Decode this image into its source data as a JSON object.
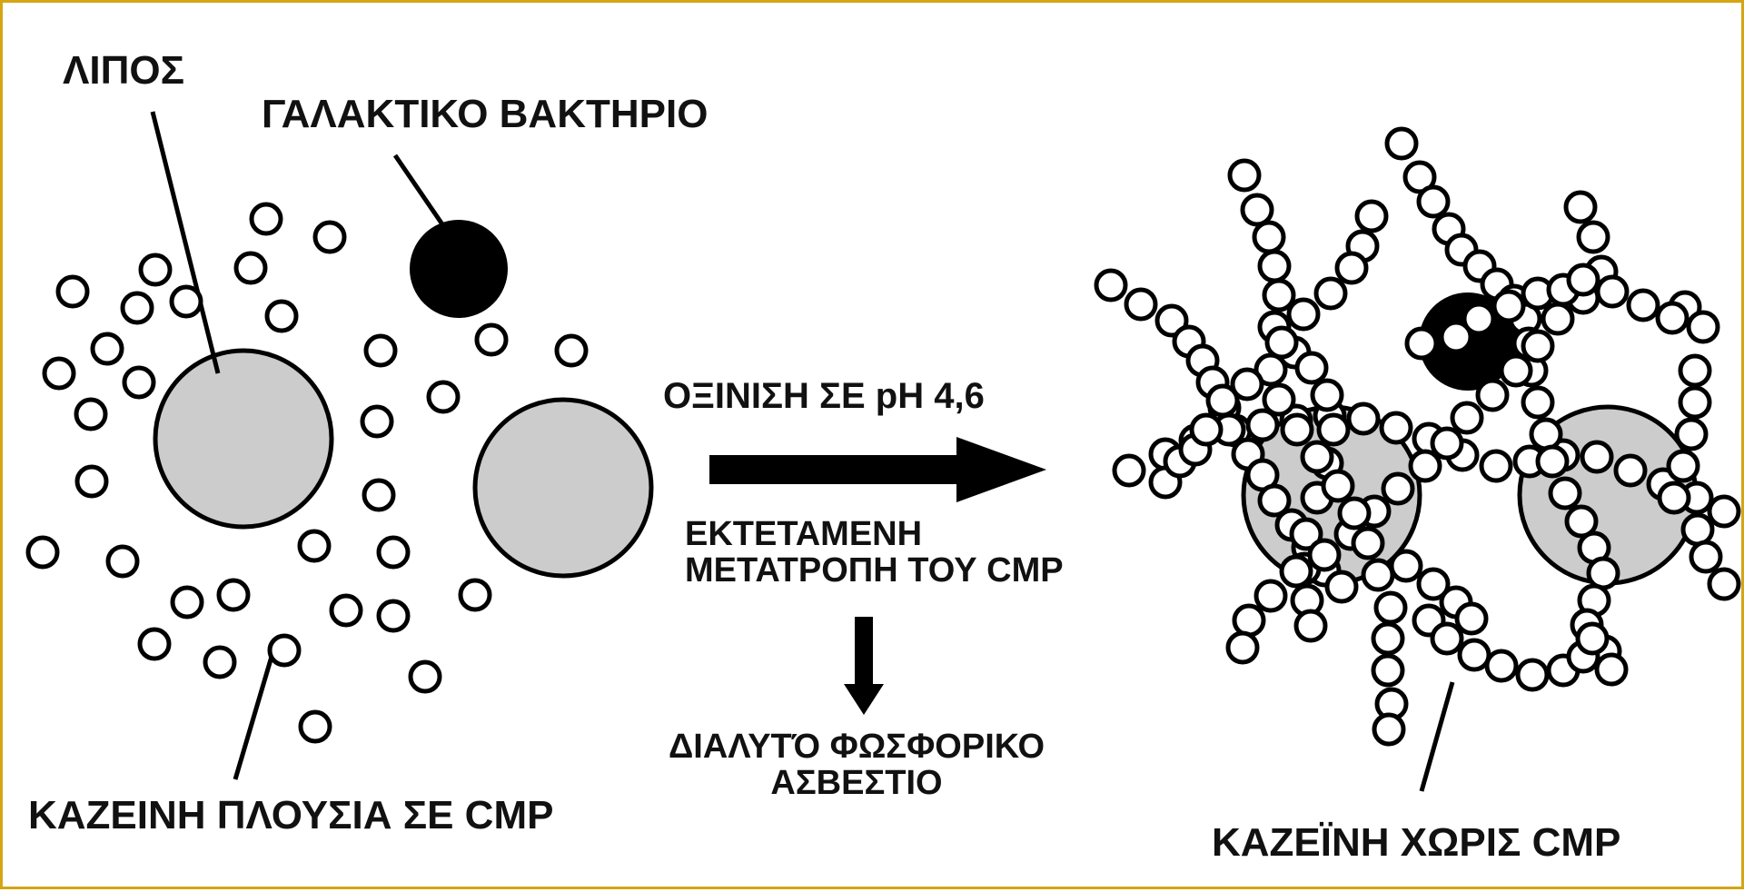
{
  "labels": {
    "fat": "ΛΙΠΟΣ",
    "bacterium": "ΓΑΛΑΚΤΙΚΟ ΒΑΚΤΗΡΙΟ",
    "casein_rich": "ΚΑΖΕΙΝΗ ΠΛΟΥΣΙΑ ΣΕ CMP",
    "acidification": "ΟΞΙΝΙΣΗ ΣΕ pH 4,6",
    "conversion_line1": "ΕΚΤΕΤΑΜΕΝΗ",
    "conversion_line2": "ΜΕΤΑΤΡΟΠΗ ΤΟΥ CMP",
    "soluble_line1": "ΔΙΑΛΥΤΌ ΦΩΣΦΟΡΙΚΟ",
    "soluble_line2": "ΑΣΒΕΣΤΙΟ",
    "casein_free": "ΚΑΖΕΪΝΗ ΧΩΡΙΣ CMP"
  },
  "colors": {
    "frame": "#d4a514",
    "fat_fill": "#cccccc",
    "bacterium_fill": "#000000",
    "casein_fill": "#ffffff",
    "stroke": "#000000"
  }
}
